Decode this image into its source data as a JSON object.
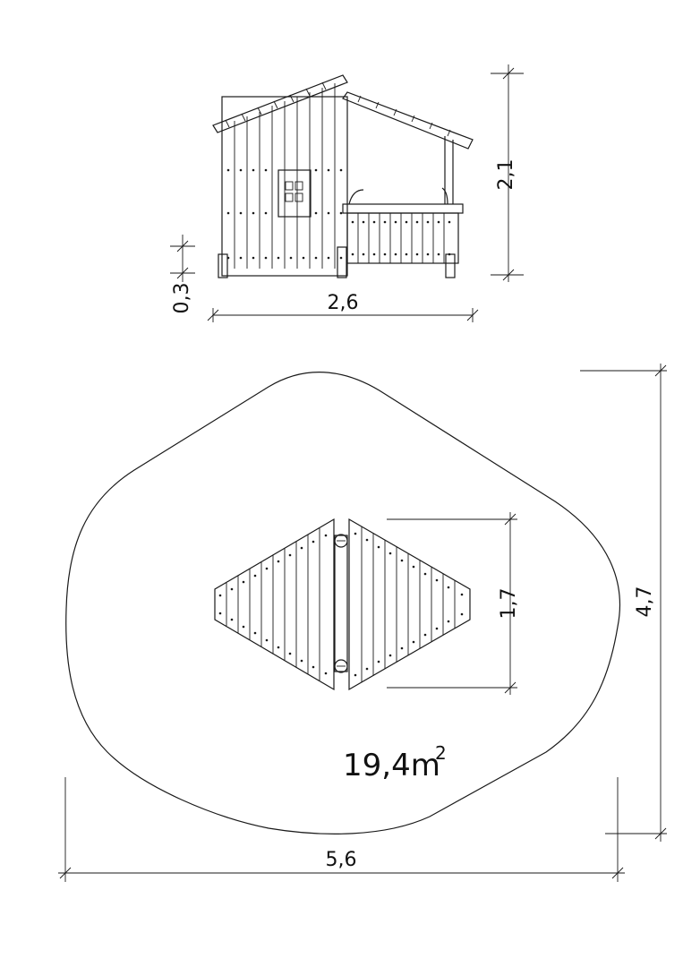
{
  "elevation": {
    "width_label": "2,6",
    "height_label": "2,1",
    "base_label": "0,3"
  },
  "plan": {
    "width_label": "5,6",
    "depth_label": "4,7",
    "structure_depth_label": "1,7",
    "area_value": "19,4m",
    "area_exponent": "2"
  }
}
